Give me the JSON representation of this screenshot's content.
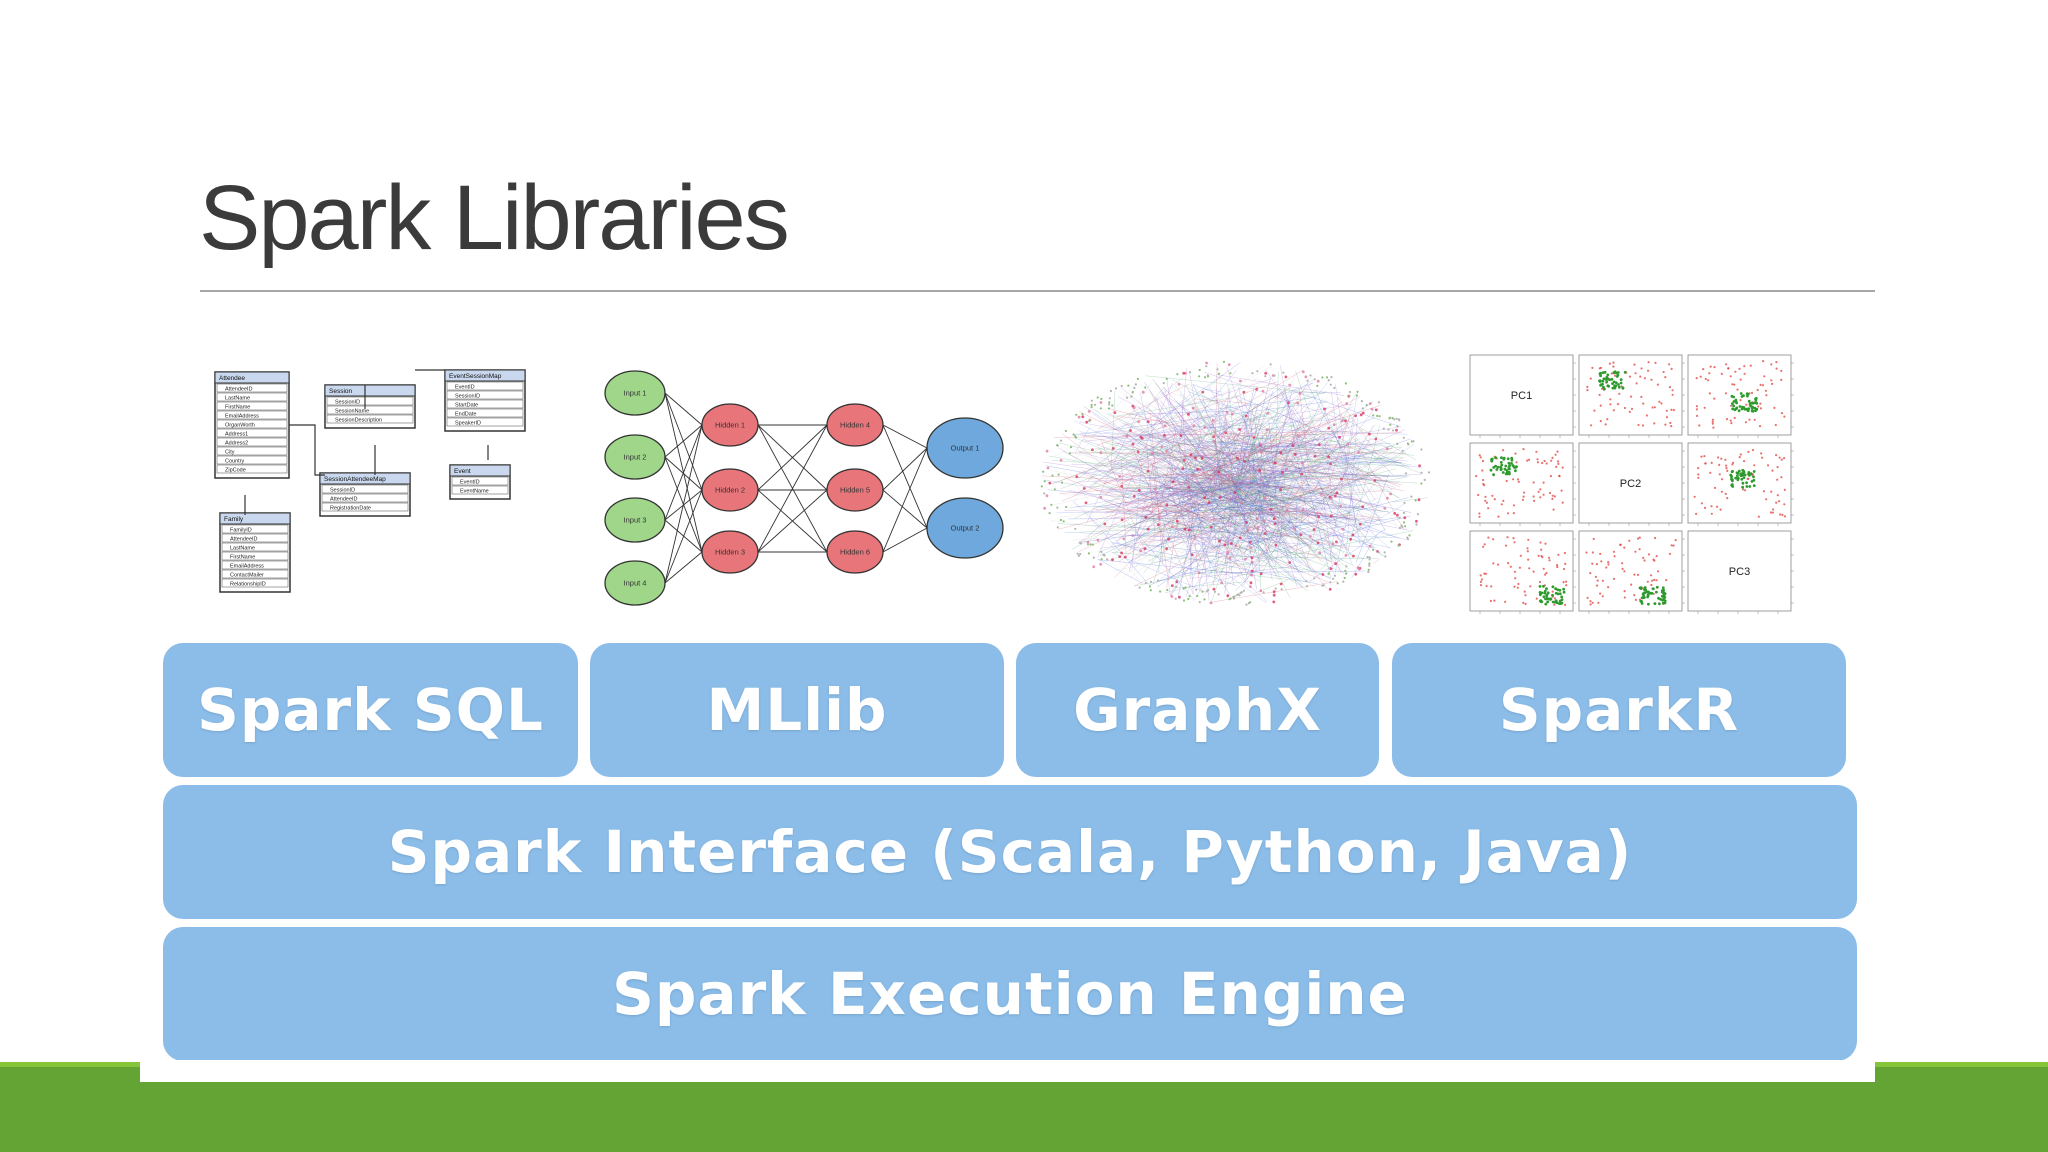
{
  "slide": {
    "title": "Spark Libraries"
  },
  "er_diagram": {
    "tables": [
      {
        "name": "Attendee",
        "fields": [
          "AttendeeID",
          "LastName",
          "FirstName",
          "EmailAddress",
          "OrganWorth",
          "Address1",
          "Address2",
          "City",
          "Country",
          "ZipCode"
        ]
      },
      {
        "name": "Session",
        "fields": [
          "SessionID",
          "SessionName",
          "SessionDescription"
        ]
      },
      {
        "name": "EventSessionMap",
        "fields": [
          "EventID",
          "SessionID",
          "StartDate",
          "EndDate",
          "SpeakerID"
        ]
      },
      {
        "name": "SessionAttendeeMap",
        "fields": [
          "SessionID",
          "AttendeeID",
          "RegistrationDate"
        ]
      },
      {
        "name": "Event",
        "fields": [
          "EventID",
          "EventName"
        ]
      },
      {
        "name": "Family",
        "fields": [
          "FamilyID",
          "AttendeeID",
          "LastName",
          "FirstName",
          "EmailAddress",
          "ContactMailer",
          "RelationshipID"
        ]
      }
    ]
  },
  "neural_net": {
    "inputs": [
      "Input 1",
      "Input 2",
      "Input 3",
      "Input 4"
    ],
    "hidden_a": [
      "Hidden 1",
      "Hidden 2",
      "Hidden 3"
    ],
    "hidden_b": [
      "Hidden 4",
      "Hidden 5",
      "Hidden 6"
    ],
    "outputs": [
      "Output 1",
      "Output 2"
    ]
  },
  "scatter_matrix": {
    "labels": [
      "PC1",
      "PC2",
      "PC3"
    ]
  },
  "stack": {
    "libraries": [
      "Spark SQL",
      "MLlib",
      "GraphX",
      "SparkR"
    ],
    "interface": "Spark Interface (Scala, Python, Java)",
    "engine": "Spark Execution Engine"
  },
  "colors": {
    "box_blue": "#8bbde8",
    "title_text": "#3b3b3b",
    "footer_green": "#64a434",
    "footer_green_light": "#86c53a",
    "node_green": "#9fd68a",
    "node_red": "#e8757a",
    "node_blue": "#6fa8dc"
  }
}
